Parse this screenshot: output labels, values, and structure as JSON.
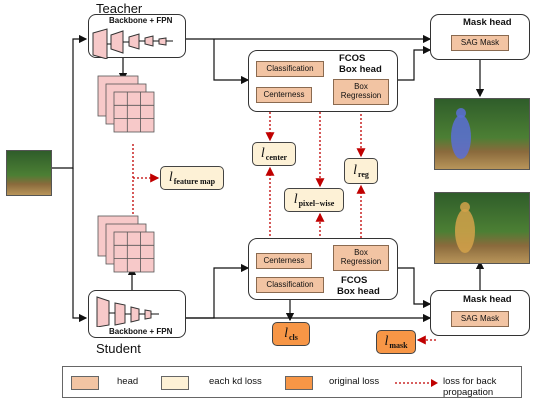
{
  "teacher_label": "Teacher",
  "student_label": "Student",
  "teacher_backbone": "Backbone + FPN",
  "student_backbone": "Backbone + FPN",
  "mask_head_top": {
    "title": "Mask head",
    "module": "SAG Mask"
  },
  "mask_head_bottom": {
    "title": "Mask head",
    "module": "SAG Mask"
  },
  "fcos_top": {
    "title_line1": "FCOS",
    "title_line2": "Box head",
    "classification": "Classification",
    "centerness": "Centerness",
    "box_regression": "Box Regression"
  },
  "fcos_bottom": {
    "title_line1": "FCOS",
    "title_line2": "Box head",
    "classification": "Classification",
    "centerness": "Centerness",
    "box_regression": "Box Regression"
  },
  "losses": {
    "l_symbol": "l",
    "feature_map": "feature map",
    "center": "center",
    "pixel_wise": "pixel−wise",
    "reg": "reg",
    "cls": "cls",
    "mask": "mask"
  },
  "legend": {
    "head": "head",
    "kd_loss": "each kd loss",
    "original_loss": "original loss",
    "back_prop": "loss for back propagation"
  },
  "colors": {
    "head": "#f2c4a3",
    "kd_loss": "#fdf1d6",
    "original_loss": "#f79646",
    "back_prop": "#c00000",
    "backbone_block": "#f7c9c9"
  }
}
